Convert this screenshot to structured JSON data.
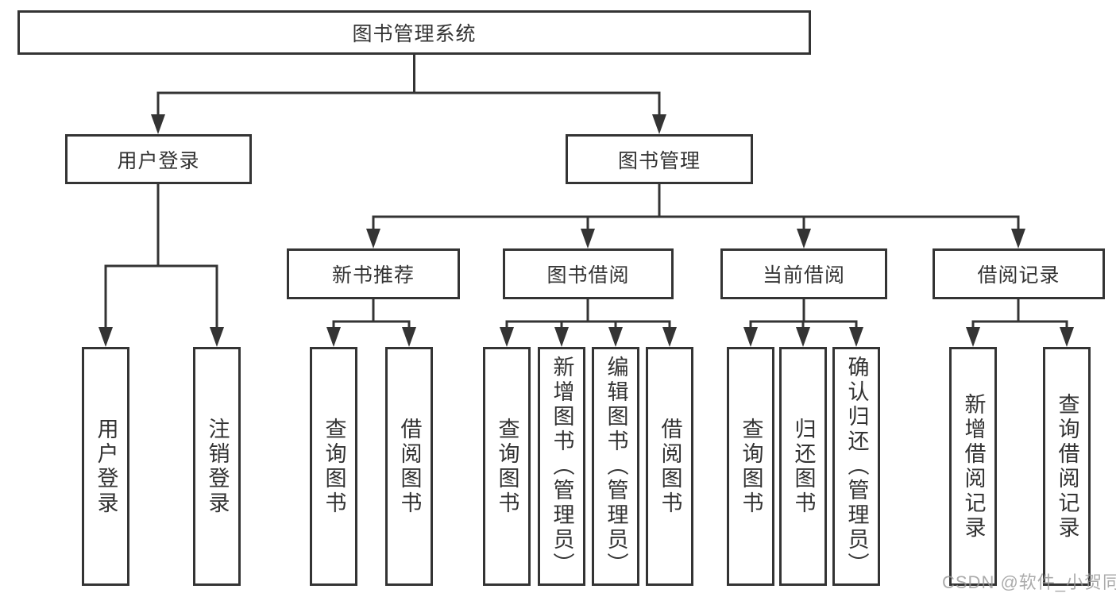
{
  "tree": {
    "label": "图书管理系统",
    "children": [
      {
        "label": "用户登录",
        "children": [
          {
            "label": "用户登录"
          },
          {
            "label": "注销登录"
          }
        ]
      },
      {
        "label": "图书管理",
        "children": [
          {
            "label": "新书推荐",
            "children": [
              {
                "label": "查询图书"
              },
              {
                "label": "借阅图书"
              }
            ]
          },
          {
            "label": "图书借阅",
            "children": [
              {
                "label": "查询图书"
              },
              {
                "label": "新增图书（管理员）"
              },
              {
                "label": "编辑图书（管理员）"
              },
              {
                "label": "借阅图书"
              }
            ]
          },
          {
            "label": "当前借阅",
            "children": [
              {
                "label": "查询图书"
              },
              {
                "label": "归还图书"
              },
              {
                "label": "确认归还（管理员）"
              }
            ]
          },
          {
            "label": "借阅记录",
            "children": [
              {
                "label": "新增借阅记录"
              },
              {
                "label": "查询借阅记录"
              }
            ]
          }
        ]
      }
    ]
  },
  "watermark": {
    "text": "CSDN @软件_小贺同学"
  },
  "colors": {
    "line": "#343434",
    "text": "#333333",
    "background": "#ffffff",
    "watermark": "#969696"
  }
}
